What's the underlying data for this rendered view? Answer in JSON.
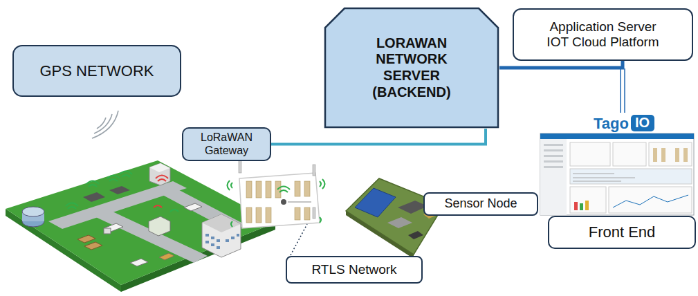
{
  "diagram": {
    "nodes": [
      {
        "text": [
          "GPS NETWORK"
        ]
      },
      {
        "text": [
          "LoRaWAN Gateway"
        ]
      },
      {
        "text": [
          "LORAWAN NETWORK SERVER (BACKEND)"
        ]
      },
      {
        "text": [
          "Application Server IOT Cloud Platform"
        ]
      },
      {
        "text": [
          "Sensor Node"
        ]
      },
      {
        "text": [
          "RTLS Network"
        ]
      },
      {
        "text": [
          "Front End"
        ]
      }
    ],
    "edges": [
      {
        "from": 1,
        "to": 2,
        "arrow": "none"
      },
      {
        "from": 2,
        "to": 3,
        "arrow": "none"
      }
    ],
    "labels": [
      "Tago",
      "IO"
    ]
  }
}
